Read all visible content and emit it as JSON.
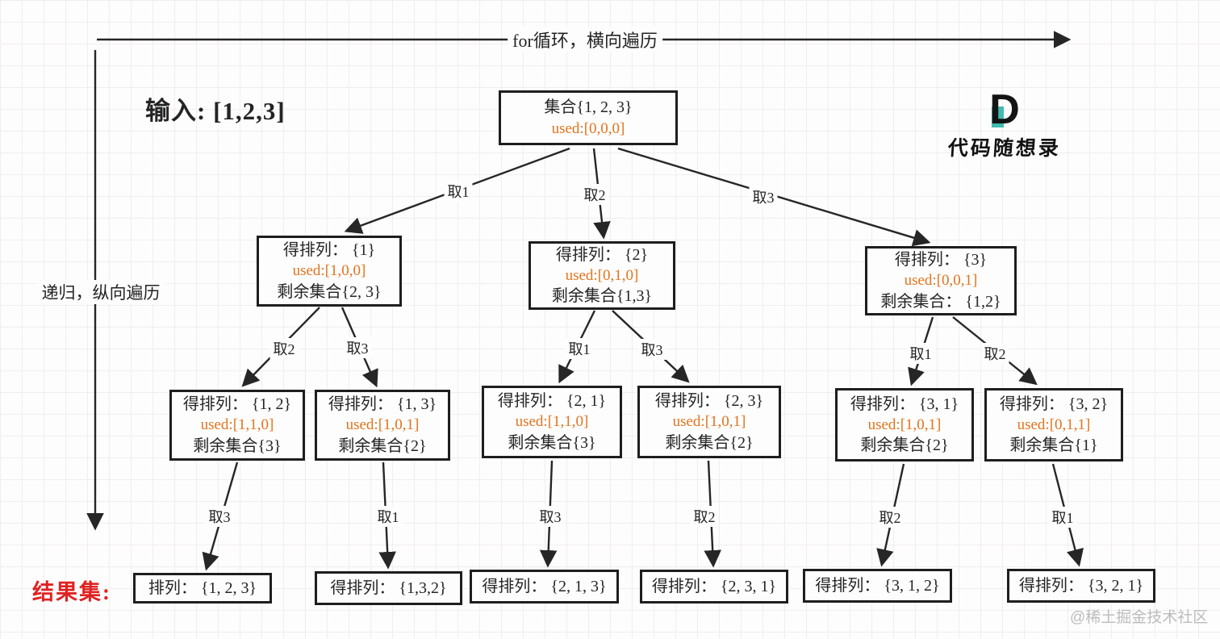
{
  "colors": {
    "accent_orange": "#e4731c",
    "result_red": "#e02222",
    "logo_teal": "#3fbcae",
    "line_black": "#262626"
  },
  "header": {
    "top_arrow_label": "for循环，横向遍历",
    "left_arrow_label": "递归，纵向遍历",
    "input_label": "输入: [1,2,3]",
    "logo": {
      "letter": "D",
      "text": "代码随想录"
    }
  },
  "result_label": "结果集:",
  "watermark": "@稀土掘金技术社区",
  "nodes": {
    "root": {
      "line1": "集合{1, 2, 3}",
      "used": "used:[0,0,0]"
    },
    "level2": [
      {
        "line1": "得排列： {1}",
        "used": "used:[1,0,0]",
        "rest": "剩余集合{2, 3}"
      },
      {
        "line1": "得排列： {2}",
        "used": "used:[0,1,0]",
        "rest": "剩余集合{1,3}"
      },
      {
        "line1": "得排列： {3}",
        "used": "used:[0,0,1]",
        "rest": "剩余集合： {1,2}"
      }
    ],
    "level3": [
      {
        "line1": "得排列： {1, 2}",
        "used": "used:[1,1,0]",
        "rest": "剩余集合{3}"
      },
      {
        "line1": "得排列： {1, 3}",
        "used": "used:[1,0,1]",
        "rest": "剩余集合{2}"
      },
      {
        "line1": "得排列： {2, 1}",
        "used": "used:[1,1,0]",
        "rest": "剩余集合{3}"
      },
      {
        "line1": "得排列： {2, 3}",
        "used": "used:[1,0,1]",
        "rest": "剩余集合{2}"
      },
      {
        "line1": "得排列： {3, 1}",
        "used": "used:[1,0,1]",
        "rest": "剩余集合{2}"
      },
      {
        "line1": "得排列： {3, 2}",
        "used": "used:[0,1,1]",
        "rest": "剩余集合{1}"
      }
    ],
    "results": [
      "排列： {1, 2, 3}",
      "得排列： {1,3,2}",
      "得排列： {2, 1, 3}",
      "得排列： {2, 3, 1}",
      "得排列： {3, 1, 2}",
      "得排列： {3, 2, 1}"
    ]
  },
  "edge_labels": {
    "l1": [
      "取1",
      "取2",
      "取3"
    ],
    "l2": [
      "取2",
      "取3",
      "取1",
      "取3",
      "取1",
      "取2"
    ],
    "l3": [
      "取3",
      "取1",
      "取3",
      "取2",
      "取2",
      "取1"
    ]
  }
}
